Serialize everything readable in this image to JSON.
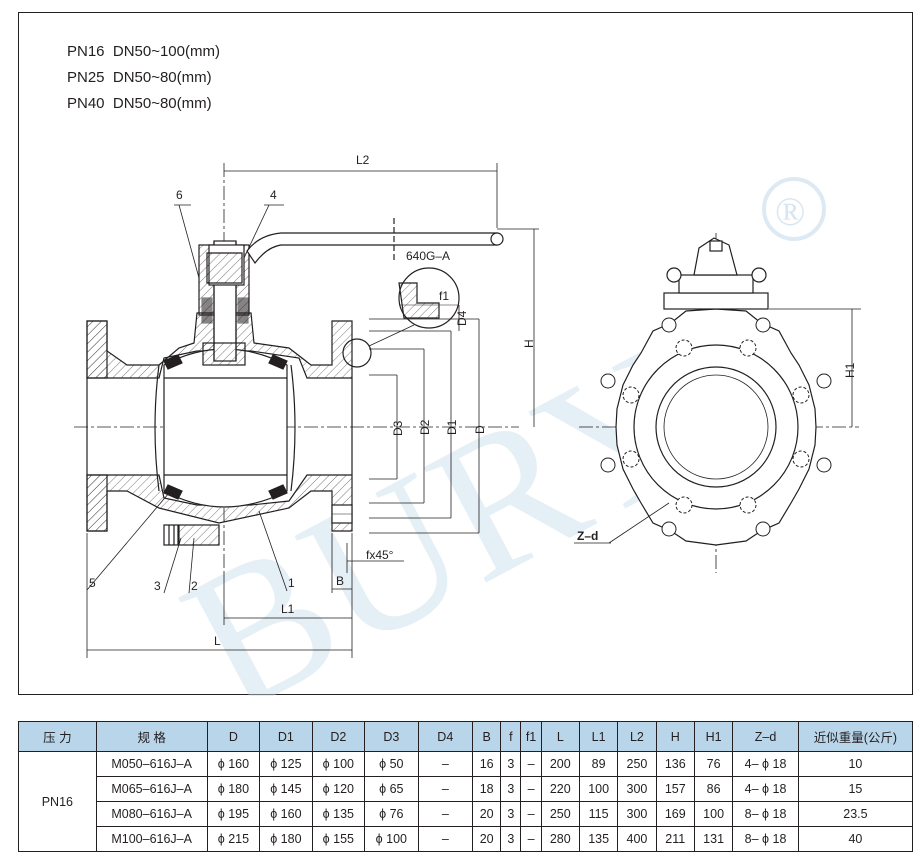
{
  "pressure_specs": [
    "PN16  DN50~100(mm)",
    "PN25  DN50~80(mm)",
    "PN40  DN50~80(mm)"
  ],
  "drawing": {
    "dimension_labels": {
      "L2": "L2",
      "H": "H",
      "H1": "H1",
      "D3": "D3",
      "D2": "D2",
      "D1": "D1",
      "D": "D",
      "D4": "D4",
      "f1": "f1",
      "fx45": "fx45°",
      "B": "B",
      "L1": "L1",
      "L": "L",
      "Zd": "Z–d"
    },
    "detail_label": "640G–A",
    "part_numbers": [
      "1",
      "2",
      "3",
      "4",
      "5",
      "6"
    ],
    "watermark": "BURY",
    "registered_mark": "®"
  },
  "table": {
    "headers": [
      "压 力",
      "规 格",
      "D",
      "D1",
      "D2",
      "D3",
      "D4",
      "B",
      "f",
      "f1",
      "L",
      "L1",
      "L2",
      "H",
      "H1",
      "Z–d",
      "近似重量(公斤)"
    ],
    "pressure": "PN16",
    "rows": [
      [
        "M050–616J–A",
        "ϕ 160",
        "ϕ 125",
        "ϕ 100",
        "ϕ 50",
        "–",
        "16",
        "3",
        "–",
        "200",
        "89",
        "250",
        "136",
        "76",
        "4– ϕ 18",
        "10"
      ],
      [
        "M065–616J–A",
        "ϕ 180",
        "ϕ 145",
        "ϕ 120",
        "ϕ 65",
        "–",
        "18",
        "3",
        "–",
        "220",
        "100",
        "300",
        "157",
        "86",
        "4– ϕ 18",
        "15"
      ],
      [
        "M080–616J–A",
        "ϕ 195",
        "ϕ 160",
        "ϕ 135",
        "ϕ 76",
        "–",
        "20",
        "3",
        "–",
        "250",
        "115",
        "300",
        "169",
        "100",
        "8– ϕ 18",
        "23.5"
      ],
      [
        "M100–616J–A",
        "ϕ 215",
        "ϕ 180",
        "ϕ 155",
        "ϕ 100",
        "–",
        "20",
        "3",
        "–",
        "280",
        "135",
        "400",
        "211",
        "131",
        "8– ϕ 18",
        "40"
      ]
    ]
  }
}
